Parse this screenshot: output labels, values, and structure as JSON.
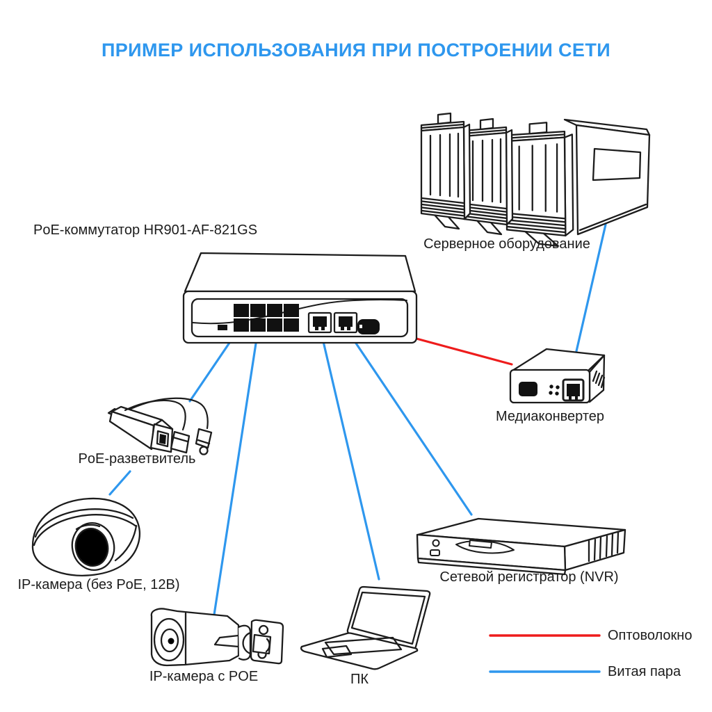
{
  "title": {
    "text": "ПРИМЕР ИСПОЛЬЗОВАНИЯ ПРИ ПОСТРОЕНИИ СЕТИ",
    "color": "#2e97ee"
  },
  "devices": {
    "switch": {
      "label": "PoE-коммутатор HR901-AF-821GS"
    },
    "server": {
      "label": "Серверное оборудование"
    },
    "media_converter": {
      "label": "Медиаконвертер"
    },
    "poe_splitter": {
      "label": "PoE-разветвитель"
    },
    "dome_camera": {
      "label": "IP-камера (без PoE, 12В)"
    },
    "bullet_camera": {
      "label": "IP-камера с POE"
    },
    "pc": {
      "label": "ПК"
    },
    "nvr": {
      "label": "Сетевой регистратор (NVR)"
    }
  },
  "legend": {
    "fiber": {
      "label": "Оптоволокно",
      "color": "#ee1c1c"
    },
    "twisted_pair": {
      "label": "Витая пара",
      "color": "#2e97ee"
    }
  },
  "connections": [
    {
      "from": "PoE-коммутатор",
      "to": "PoE-разветвитель",
      "type": "twisted_pair"
    },
    {
      "from": "PoE-разветвитель",
      "to": "IP-камера (без PoE, 12В)",
      "type": "twisted_pair"
    },
    {
      "from": "PoE-коммутатор",
      "to": "IP-камера с POE",
      "type": "twisted_pair"
    },
    {
      "from": "PoE-коммутатор",
      "to": "ПК",
      "type": "twisted_pair"
    },
    {
      "from": "PoE-коммутатор",
      "to": "Сетевой регистратор (NVR)",
      "type": "twisted_pair"
    },
    {
      "from": "PoE-коммутатор",
      "to": "Медиаконвертер",
      "type": "fiber"
    },
    {
      "from": "Медиаконвертер",
      "to": "Серверное оборудование",
      "type": "twisted_pair"
    }
  ]
}
